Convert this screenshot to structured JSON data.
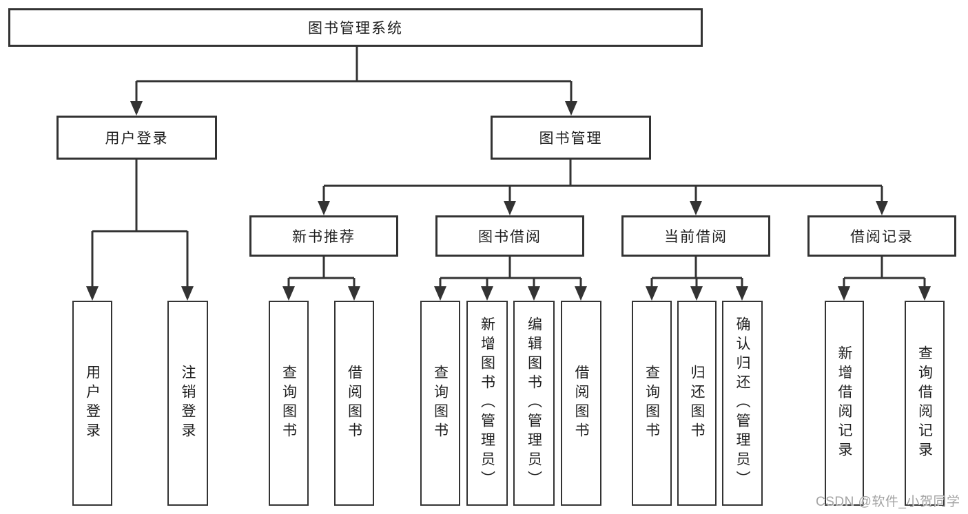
{
  "diagram": {
    "root": {
      "label": "图书管理系统"
    },
    "user_login": {
      "label": "用户登录",
      "children": {
        "login": {
          "label": "用户登录"
        },
        "logout": {
          "label": "注销登录"
        }
      }
    },
    "book_mgmt": {
      "label": "图书管理",
      "children": {
        "new_book_rec": {
          "label": "新书推荐",
          "children": {
            "query_books": {
              "label": "查询图书"
            },
            "borrow_books": {
              "label": "借阅图书"
            }
          }
        },
        "book_borrow": {
          "label": "图书借阅",
          "children": {
            "query_books": {
              "label": "查询图书"
            },
            "add_book": {
              "label": "新增图书（管理员）"
            },
            "edit_book": {
              "label": "编辑图书（管理员）"
            },
            "borrow_books": {
              "label": "借阅图书"
            }
          }
        },
        "current_borrow": {
          "label": "当前借阅",
          "children": {
            "query_books": {
              "label": "查询图书"
            },
            "return_book": {
              "label": "归还图书"
            },
            "confirm_return": {
              "label": "确认归还（管理员）"
            }
          }
        },
        "borrow_records": {
          "label": "借阅记录",
          "children": {
            "add_record": {
              "label": "新增借阅记录"
            },
            "query_record": {
              "label": "查询借阅记录"
            }
          }
        }
      }
    }
  },
  "watermark": {
    "text": "CSDN @软件_小贺同学"
  },
  "colors": {
    "line": "#333333",
    "box_border": "#333333",
    "box_background": "#ffffff",
    "text": "#1f1f1f",
    "watermark": "#9e9e9e"
  }
}
